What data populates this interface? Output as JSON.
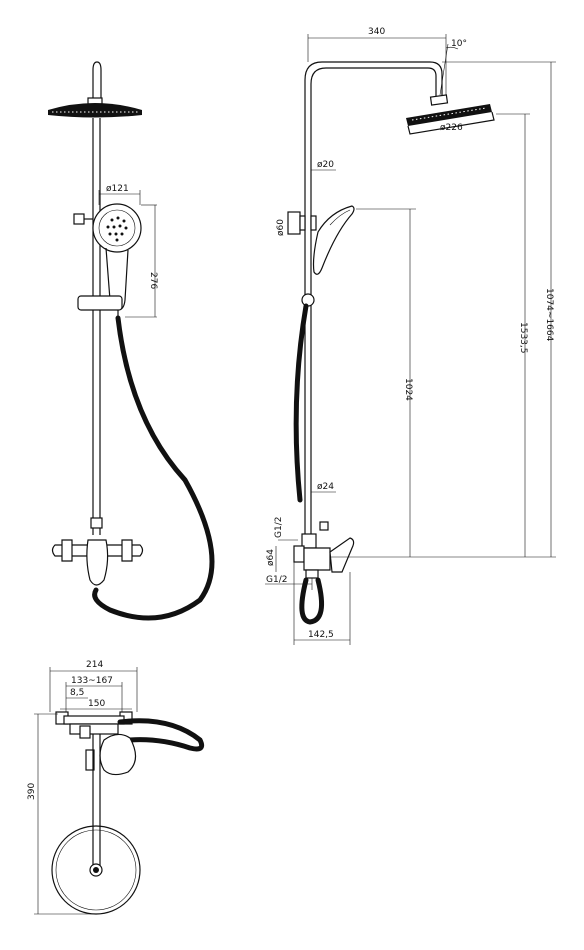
{
  "dimensions": {
    "arm_length": "340",
    "tilt_angle": "10°",
    "overhead_diameter": "ø226",
    "rail_diameter": "ø20",
    "holder_diameter": "ø60",
    "hand_shower_diameter": "ø121",
    "hand_shower_length": "276",
    "hand_rail_height": "1024",
    "total_height": "1533,5",
    "height_range": "1074~1664",
    "lower_pipe_diameter": "ø24",
    "inlet_thread_top": "G1/2",
    "escutcheon_diameter": "ø64",
    "inlet_thread_bottom": "G1/2",
    "projection_depth": "142,5",
    "total_width": "214",
    "center_distance": "133~167",
    "offset": "8,5",
    "mixer_width": "150",
    "plan_depth": "390"
  }
}
